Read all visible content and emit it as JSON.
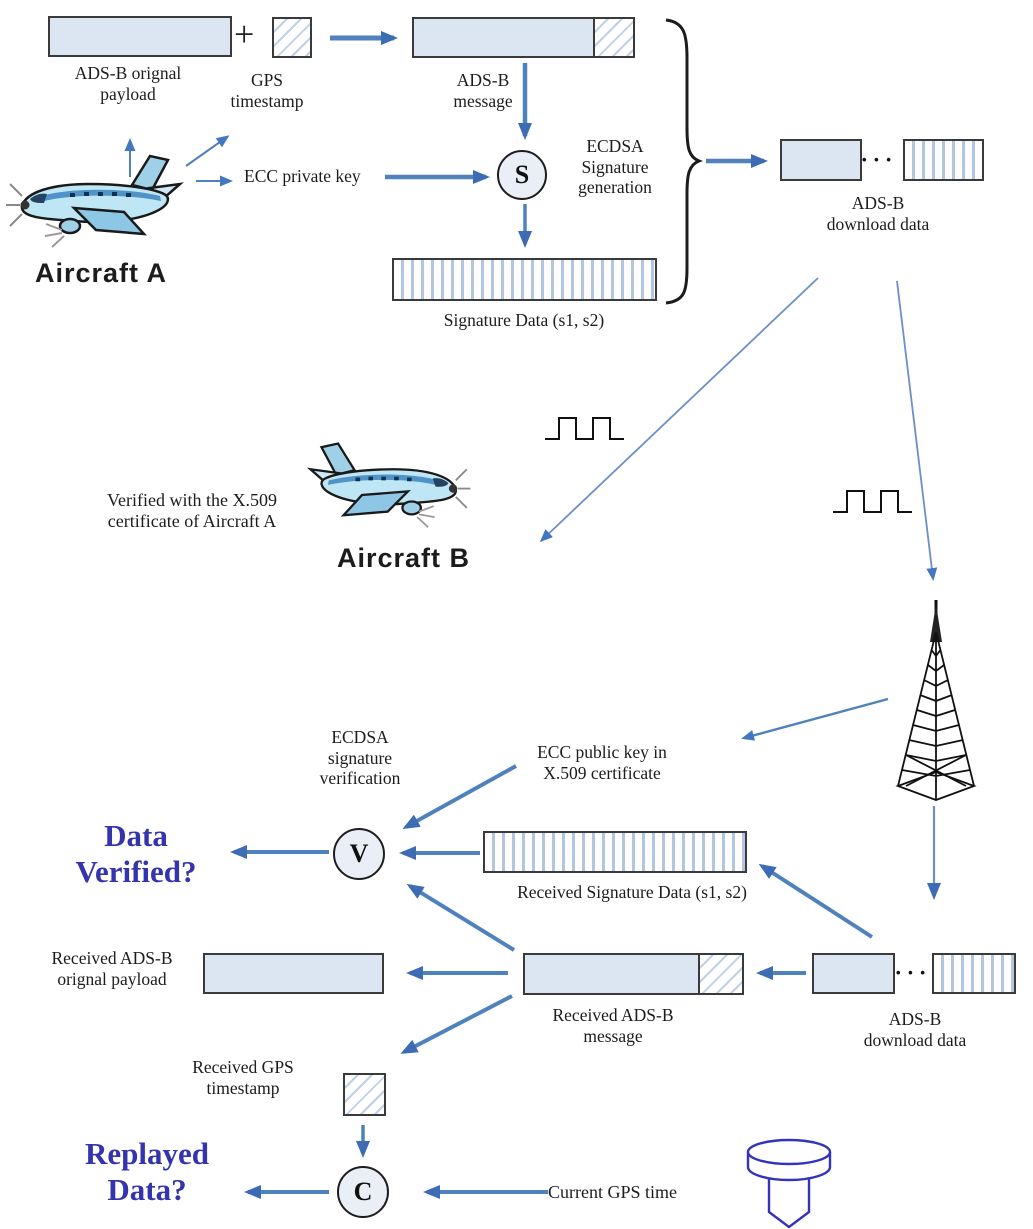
{
  "colors": {
    "box_fill": "#dce6f2",
    "arrow_blue": "#4f81bd",
    "question_blue": "#3434ae",
    "icon_blue": "#3333bb"
  },
  "generation": {
    "payload_label": "ADS-B orignal\npayload",
    "plus": "+",
    "gps_label": "GPS\ntimestamp",
    "message_label": "ADS-B\nmessage",
    "ecc_private_key": "ECC private key",
    "sign_op": "S",
    "ecdsa_generation": "ECDSA\nSignature\ngeneration",
    "signature_label": "Signature Data (s1, s2)",
    "aircraft_a": "Aircraft A"
  },
  "downlink": {
    "top_label": "ADS-B\ndownload data",
    "top_dots": "• • •",
    "bottom_label": "ADS-B\ndownload data",
    "bottom_dots": "• • •"
  },
  "receiver": {
    "verified_note": "Verified with the X.509\ncertificate of Aircraft A",
    "aircraft_b": "Aircraft B",
    "ecdsa_verification": "ECDSA\nsignature\nverification",
    "verify_op": "V",
    "ecc_public_key": "ECC public key in\nX.509 certificate",
    "data_verified": "Data\nVerified?",
    "received_signature_label": "Received Signature Data (s1, s2)",
    "received_payload_label": "Received ADS-B\norignal payload",
    "received_message_label": "Received ADS-B\nmessage",
    "received_gps_label": "Received GPS\ntimestamp",
    "compare_op": "C",
    "replayed_data": "Replayed\nData?",
    "current_gps_time": "Current GPS time"
  }
}
